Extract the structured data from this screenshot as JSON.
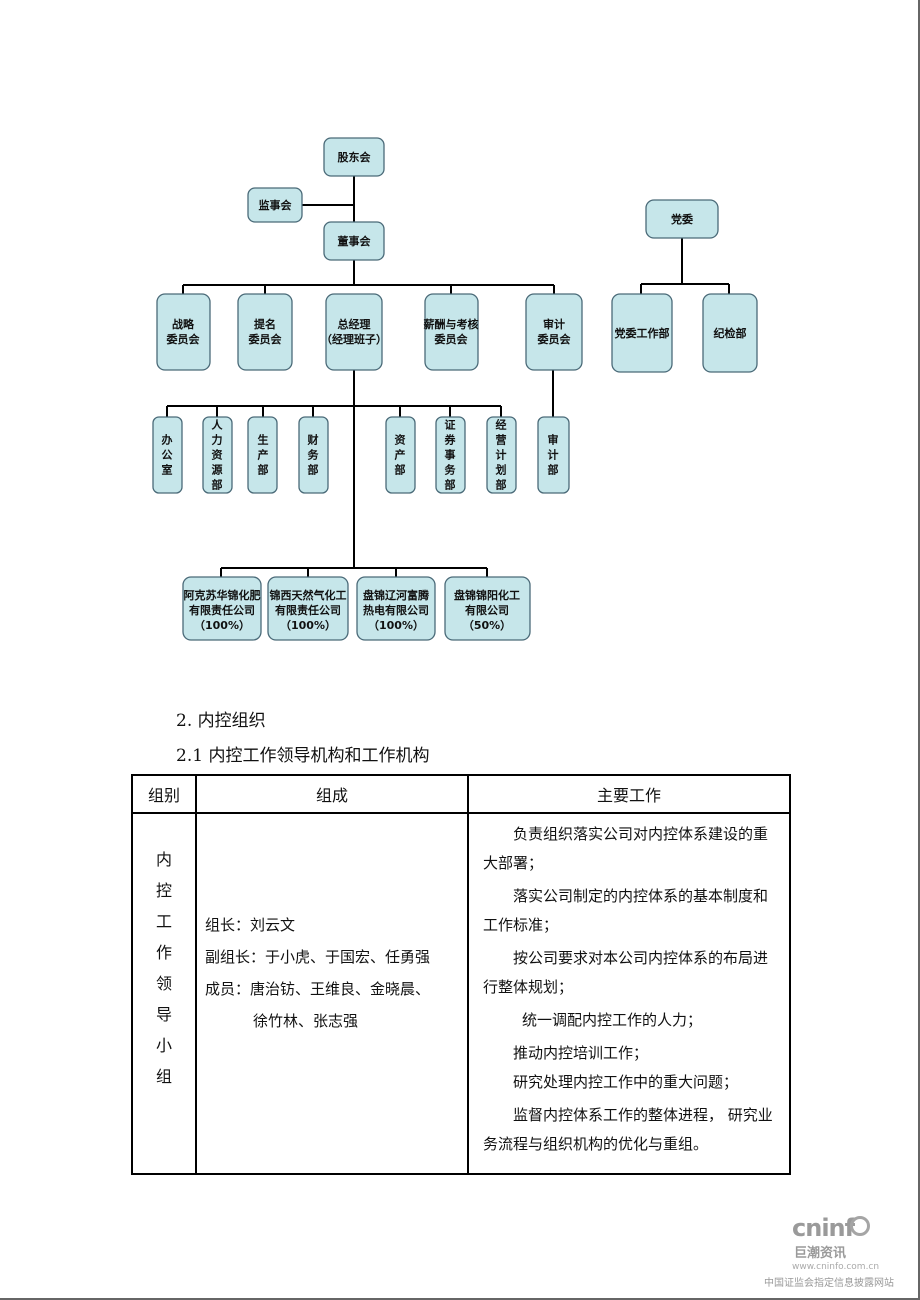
{
  "org_chart": {
    "shareholders": "股东会",
    "supervisory_board": "监事会",
    "board": "董事会",
    "committees": {
      "strategy": [
        "战略",
        "委员会"
      ],
      "nomination": [
        "提名",
        "委员会"
      ],
      "general_manager": [
        "总经理",
        "（经理班子）"
      ],
      "compensation": [
        "薪酬与考核",
        "委员会"
      ],
      "audit": [
        "审计",
        "委员会"
      ]
    },
    "departments": {
      "office": "办公室",
      "hr": "人力资源部",
      "production": "生产部",
      "finance": "财务部",
      "assets": "资产部",
      "securities": "证券事务部",
      "planning": "经营计划部",
      "audit": "审计部"
    },
    "subsidiaries": [
      [
        "阿克苏华锦化肥",
        "有限责任公司",
        "（100%）"
      ],
      [
        "锦西天然气化工",
        "有限责任公司",
        "（100%）"
      ],
      [
        "盘锦辽河富腾",
        "热电有限公司",
        "（100%）"
      ],
      [
        "盘锦锦阳化工",
        "有限公司",
        "（50%）"
      ]
    ],
    "party": {
      "committee": "党委",
      "work_dept": "党委工作部",
      "discipline": "纪检部"
    }
  },
  "section": {
    "heading": "2.  内控组织",
    "subheading": "2.1 内控工作领导机构和工作机构"
  },
  "table": {
    "headers": [
      "组别",
      "组成",
      "主要工作"
    ],
    "group_chars": [
      "内",
      "控",
      "工",
      "作",
      "领",
      "导",
      "小",
      "组"
    ],
    "composition": {
      "leader": "组长：刘云文",
      "deputy": "副组长：于小虎、于国宏、任勇强",
      "members": "成员：唐治钫、王维良、金晓晨、",
      "members_cont": "徐竹林、张志强"
    },
    "duties": [
      "负责组织落实公司对内控体系建设的重大部署；",
      "落实公司制定的内控体系的基本制度和工作标准；",
      "按公司要求对本公司内控体系的布局进行整体规划；",
      "统一调配内控工作的人力；",
      "推动内控培训工作；",
      "研究处理内控工作中的重大问题；",
      "监督内控体系工作的整体进程， 研究业务流程与组织机构的优化与重组。"
    ]
  },
  "footer": {
    "brand": "cninf",
    "brand_cn": "巨潮资讯",
    "url": "www.cninfo.com.cn",
    "slogan": "中国证监会指定信息披露网站"
  }
}
